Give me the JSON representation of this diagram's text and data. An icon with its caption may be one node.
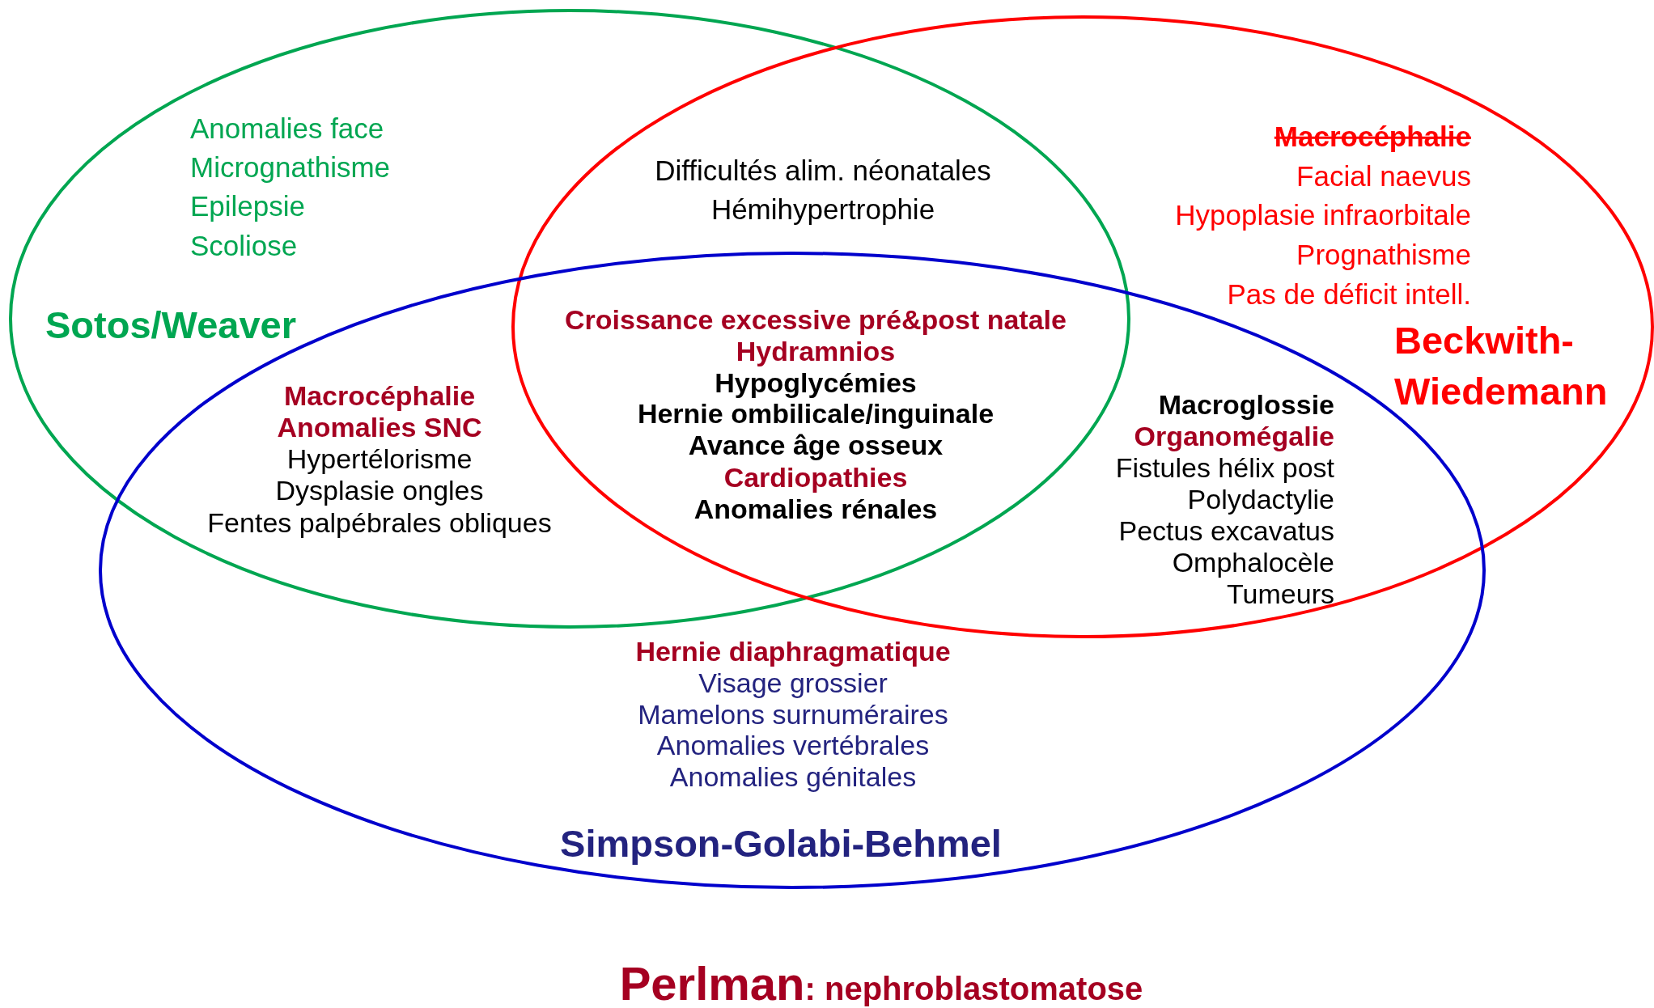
{
  "diagram": {
    "nodes": [
      {
        "text": [
          "Sotos/Weaver"
        ]
      },
      {
        "text": [
          "Beckwith-Wiedemann"
        ]
      },
      {
        "text": [
          "Simpson-Golabi-Behmel"
        ]
      }
    ],
    "labels": [
      "Anomalies face",
      "Micrognathisme",
      "Epilepsie",
      "Scoliose",
      "Difficultés alim. néonatales",
      "Hémihypertrophie",
      "Macrocéphalie",
      "Facial naevus",
      "Hypoplasie infraorbitale",
      "Prognathisme",
      "Pas de déficit intell.",
      "Croissance excessive pré&post natale",
      "Hydramnios",
      "Hypoglycémies",
      "Hernie ombilicale/inguinale",
      "Avance âge osseux",
      "Cardiopathies",
      "Anomalies rénales",
      "Macrocéphalie",
      "Anomalies SNC",
      "Hypertélorisme",
      "Dysplasie ongles",
      "Fentes palpébrales obliques",
      "Macroglossie",
      "Organomégalie",
      "Fistules hélix post",
      "Polydactylie",
      "Pectus excavatus",
      "Omphalocèle",
      "Tumeurs",
      "Hernie diaphragmatique",
      "Visage grossier",
      "Mamelons surnuméraires",
      "Anomalies vertébrales",
      "Anomalies génitales",
      "Perlman",
      ": nephroblastomatose"
    ]
  }
}
